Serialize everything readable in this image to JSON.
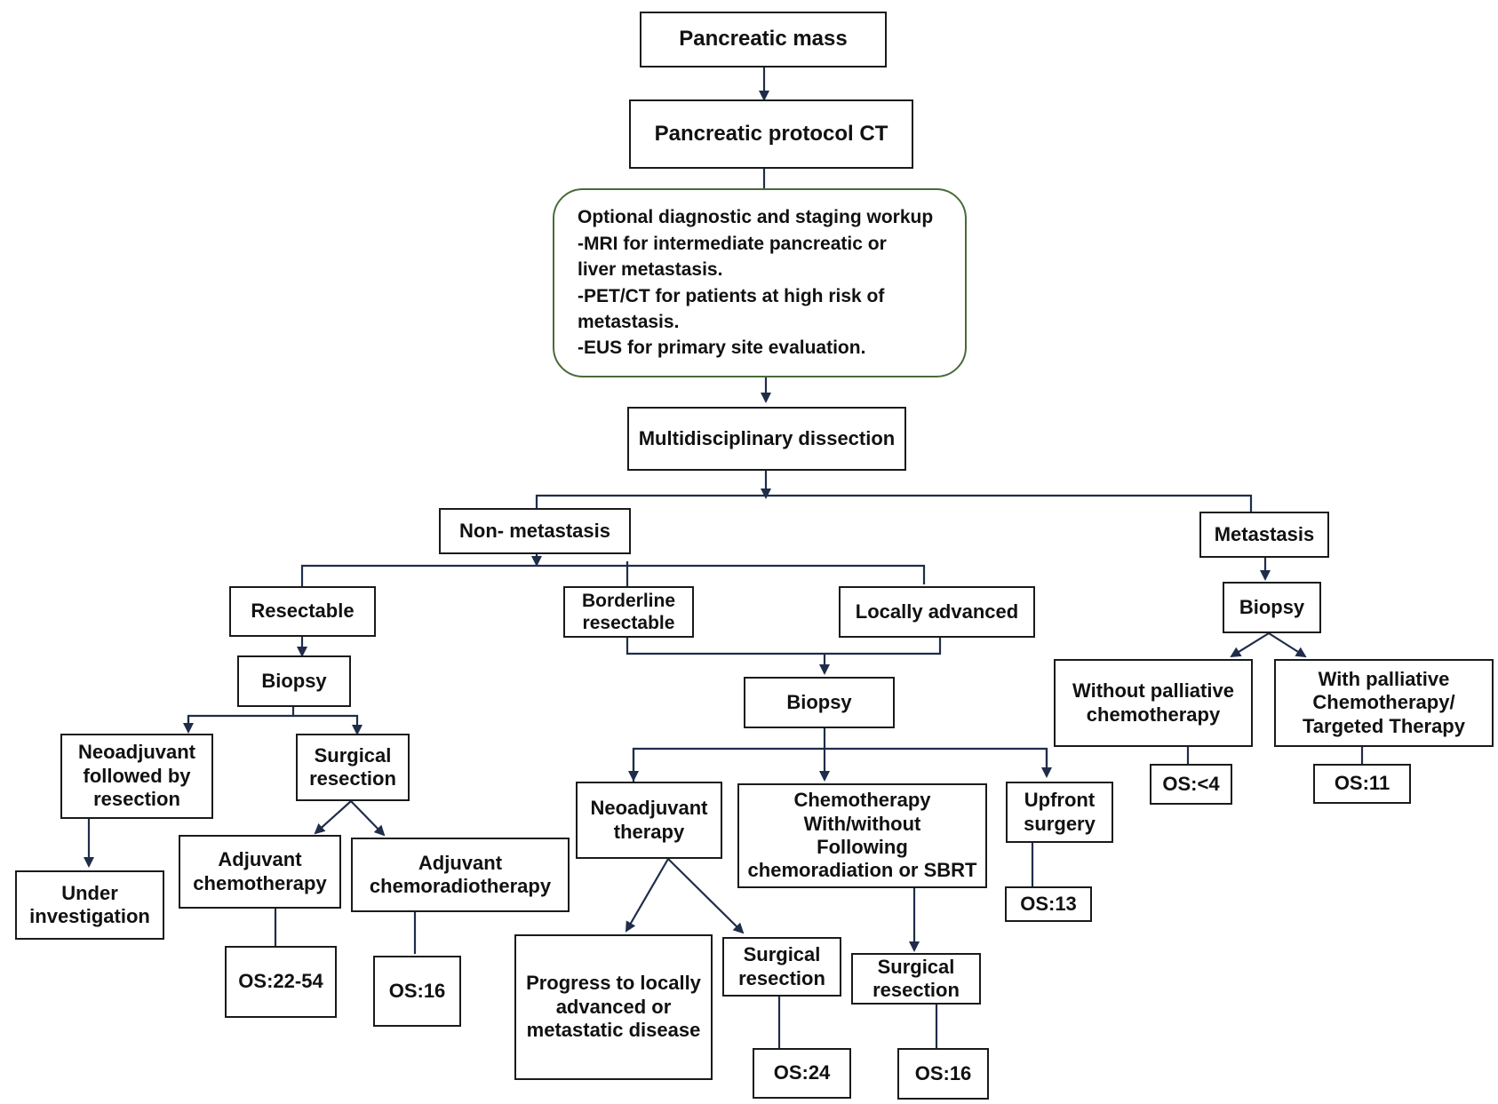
{
  "nodes": {
    "pancreatic_mass": [
      "Pancreatic mass"
    ],
    "protocol_ct": [
      "Pancreatic protocol CT"
    ],
    "optional_workup": [
      "Optional diagnostic and staging workup",
      "-MRI for intermediate pancreatic or",
      "liver metastasis.",
      "-PET/CT for patients at high risk of",
      "metastasis.",
      "-EUS for primary site evaluation."
    ],
    "multidisciplinary": [
      "Multidisciplinary dissection"
    ],
    "non_metastasis": [
      "Non- metastasis"
    ],
    "metastasis": [
      "Metastasis"
    ],
    "resectable": [
      "Resectable"
    ],
    "borderline": [
      "Borderline",
      "resectable"
    ],
    "locally_advanced": [
      "Locally advanced"
    ],
    "biopsy_resectable": [
      "Biopsy"
    ],
    "biopsy_borderline": [
      "Biopsy"
    ],
    "biopsy_metastasis": [
      "Biopsy"
    ],
    "neoadjuvant_followed": [
      "Neoadjuvant",
      "followed by",
      "resection"
    ],
    "surgical_resection_1": [
      "Surgical",
      "resection"
    ],
    "under_investigation": [
      "Under",
      "investigation"
    ],
    "adjuvant_chemo": [
      "Adjuvant",
      "chemotherapy"
    ],
    "adjuvant_chemorad": [
      "Adjuvant",
      "chemoradiotherapy"
    ],
    "os_22_54": [
      "OS:22-54"
    ],
    "os_16_a": [
      "OS:16"
    ],
    "neoadjuvant_therapy": [
      "Neoadjuvant",
      "therapy"
    ],
    "chemo_with_without": [
      "Chemotherapy",
      "With/without",
      "Following",
      "chemoradiation or SBRT"
    ],
    "upfront_surgery": [
      "Upfront",
      "surgery"
    ],
    "os_13": [
      "OS:13"
    ],
    "progress": [
      "Progress to locally",
      "advanced or",
      "metastatic disease"
    ],
    "surgical_resection_2": [
      "Surgical",
      "resection"
    ],
    "surgical_resection_3": [
      "Surgical",
      "resection"
    ],
    "os_24": [
      "OS:24"
    ],
    "os_16_b": [
      "OS:16"
    ],
    "without_palliative": [
      "Without palliative",
      "chemotherapy"
    ],
    "with_palliative": [
      "With palliative",
      "Chemotherapy/",
      "Targeted Therapy"
    ],
    "os_lt4": [
      "OS:<4"
    ],
    "os_11": [
      "OS:11"
    ]
  }
}
